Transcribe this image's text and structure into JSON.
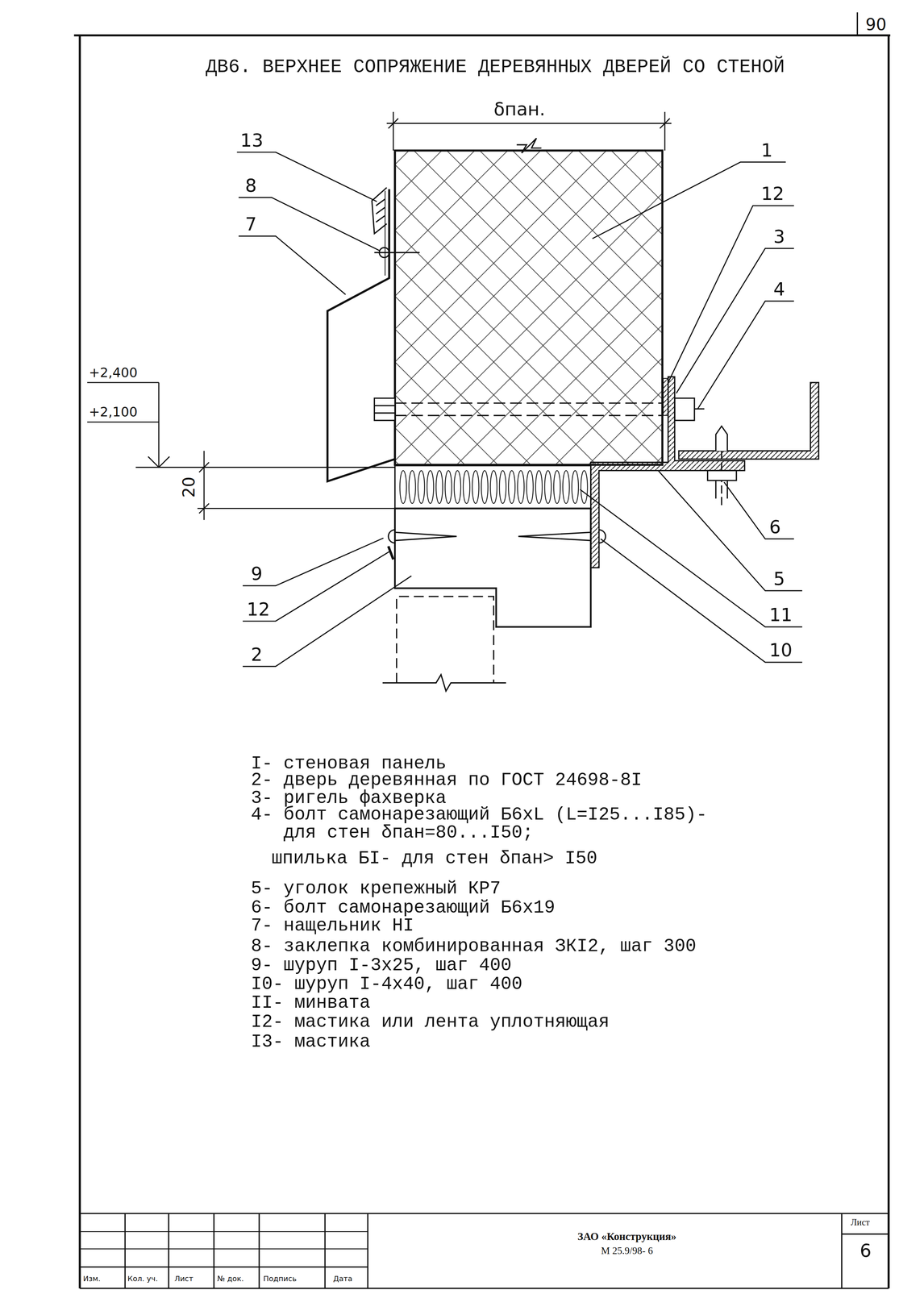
{
  "diagram": {
    "title": "ДВ6. ВЕРХНЕЕ СОПРЯЖЕНИЕ ДЕРЕВЯННЫХ ДВЕРЕЙ СО СТЕНОЙ",
    "labels": [
      "90",
      "δпан.",
      "13",
      "8",
      "7",
      "1",
      "12",
      "3",
      "4",
      "+2,400",
      "+2,100",
      "20",
      "6",
      "5",
      "9",
      "12",
      "2",
      "11",
      "10",
      "I- стеновая панель",
      "2- дверь деревянная по ГОСТ 24698-8I",
      "3- ригель фахверка",
      "4- болт самонарезающий Б6хL (L=I25...I85)- для стен δпан=80...I50;",
      "шпилька БI- для стен δпан> I50",
      "5- уголок крепежный КР7",
      "6- болт самонарезающий Б6х19",
      "7- нащельник НI",
      "8- заклепка комбинированная ЗКI2, шаг 300",
      "9- шуруп I-3х25, шаг 400",
      "I0- шуруп I-4х40, шаг 400",
      "II- минвата",
      "I2- мастика или лента уплотняющая",
      "I3- мастика",
      "Изм.",
      "Кол. уч.",
      "Лист",
      "№ док.",
      "Подпись",
      "Дата",
      "ЗАО «Конструкция»",
      "М 25.9/98- 6",
      "Лист",
      "6"
    ]
  }
}
